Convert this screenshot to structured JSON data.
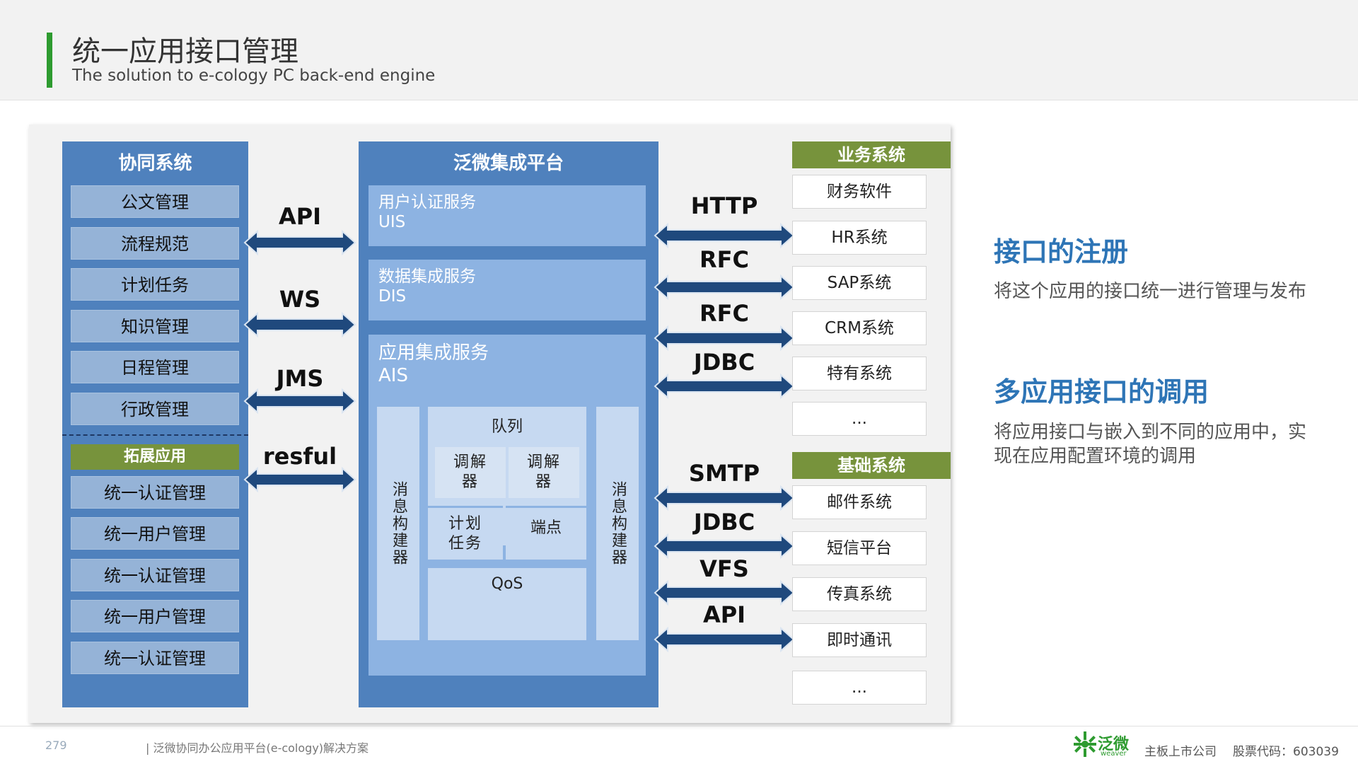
{
  "header": {
    "title": "统一应用接口管理",
    "subtitle": "The solution to e-cology PC back-end engine"
  },
  "left_column": {
    "title": "协同系统",
    "items": [
      "公文管理",
      "流程规范",
      "计划任务",
      "知识管理",
      "日程管理",
      "行政管理"
    ],
    "ext_title": "拓展应用",
    "ext_items": [
      "统一认证管理",
      "统一用户管理",
      "统一认证管理",
      "统一用户管理",
      "统一认证管理"
    ]
  },
  "left_protocols": [
    "API",
    "WS",
    "JMS",
    "resful"
  ],
  "platform": {
    "title": "泛微集成平台",
    "uis": {
      "name": "用户认证服务",
      "code": "UIS"
    },
    "dis": {
      "name": "数据集成服务",
      "code": "DIS"
    },
    "ais": {
      "name": "应用集成服务",
      "code": "AIS"
    },
    "msg_builder": "消息构建器",
    "queue": "队列",
    "mediator": "调解器",
    "plan_task": "计划任务",
    "endpoint": "端点",
    "qos": "QoS"
  },
  "right_protocols_top": [
    "HTTP",
    "RFC",
    "RFC",
    "JDBC"
  ],
  "right_protocols_bottom": [
    "SMTP",
    "JDBC",
    "VFS",
    "API"
  ],
  "business": {
    "title": "业务系统",
    "items": [
      "财务软件",
      "HR系统",
      "SAP系统",
      "CRM系统",
      "特有系统",
      "..."
    ]
  },
  "base": {
    "title": "基础系统",
    "items": [
      "邮件系统",
      "短信平台",
      "传真系统",
      "即时通讯",
      "..."
    ]
  },
  "right_text": {
    "h1": "接口的注册",
    "d1": "将这个应用的接口统一进行管理与发布",
    "h2": "多应用接口的调用",
    "d2a": "将应用接口与嵌入到不同的应用中，实",
    "d2b": "现在应用配置环境的调用"
  },
  "footer": {
    "page": "279",
    "doc": "| 泛微协同办公应用平台(e-cology)解决方案",
    "logo_cn": "泛微",
    "logo_en": "weaver",
    "company": "主板上市公司",
    "stock": "股票代码：603039"
  },
  "colors": {
    "blue": "#4f81bd",
    "light_blue": "#95b3d7",
    "green": "#77933c",
    "arrow": "#1f497d",
    "accent": "#2e75b6"
  }
}
